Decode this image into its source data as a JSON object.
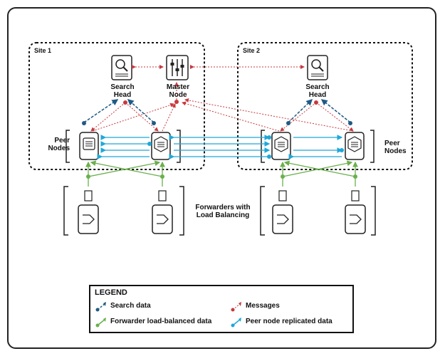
{
  "sites": [
    {
      "label": "Site 1"
    },
    {
      "label": "Site 2"
    }
  ],
  "nodes": {
    "search_head_1": "Search\nHead",
    "master_node": "Master\nNode",
    "search_head_2": "Search\nHead",
    "peer_nodes_left": "Peer\nNodes",
    "peer_nodes_right": "Peer\nNodes",
    "forwarders": "Forwarders with\nLoad Balancing"
  },
  "legend": {
    "title": "LEGEND",
    "items": [
      {
        "label": "Search data",
        "color": "#1f5a85"
      },
      {
        "label": "Messages",
        "color": "#c8393e"
      },
      {
        "label": "Forwarder load-balanced data",
        "color": "#6ab04c"
      },
      {
        "label": "Peer node replicated data",
        "color": "#1fa8d8"
      }
    ]
  },
  "colors": {
    "search": "#1f5a85",
    "messages": "#c8393e",
    "forwarder": "#6ab04c",
    "replicated": "#1fa8d8"
  }
}
